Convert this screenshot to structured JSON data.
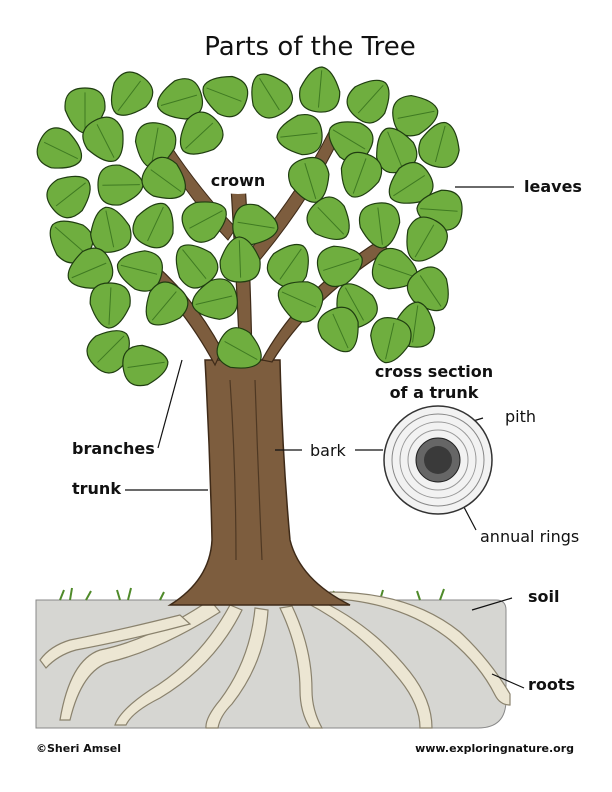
{
  "title": "Parts of the Tree",
  "labels": {
    "crown": "crown",
    "leaves": "leaves",
    "branches": "branches",
    "trunk": "trunk",
    "bark": "bark",
    "cross_section_line1": "cross section",
    "cross_section_line2": "of a trunk",
    "pith": "pith",
    "annual_rings": "annual rings",
    "soil": "soil",
    "roots": "roots"
  },
  "footer": {
    "copyright": "©Sheri Amsel",
    "website": "www.exploringnature.org"
  },
  "colors": {
    "leaf": "#6fae3f",
    "leaf_dark": "#3f7a22",
    "trunk": "#7a5a3c",
    "trunk_dark": "#4e3823",
    "soil": "#d4d4d0",
    "roots": "#e8e2cf"
  }
}
